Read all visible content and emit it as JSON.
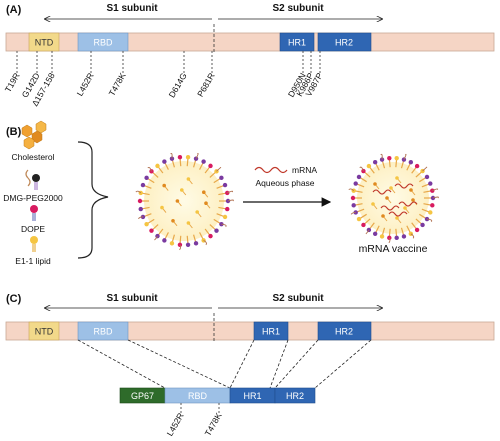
{
  "panels": {
    "a": "(A)",
    "b": "(B)",
    "c": "(C)"
  },
  "subunits": {
    "s1": "S1 subunit",
    "s2": "S2 subunit"
  },
  "domains": {
    "ntd": "NTD",
    "rbd": "RBD",
    "hr1": "HR1",
    "hr2": "HR2",
    "gp67": "GP67"
  },
  "mutations_a": [
    "T19R",
    "G142D",
    "Δ157-158",
    "L452R",
    "T478K",
    "D614G",
    "P681R",
    "D950N",
    "K986P",
    "V987P"
  ],
  "mutations_c": [
    "L452R",
    "T478K"
  ],
  "lnp_components": [
    "Cholesterol",
    "DMG-PEG2000",
    "DOPE",
    "E1-1 lipid"
  ],
  "mrna_label": "mRNA",
  "aqueous_label": "Aqueous phase",
  "vaccine_label": "mRNA vaccine",
  "colors": {
    "bar": "#f5d5c5",
    "ntd": "#f2d98a",
    "rbd": "#9dc0e6",
    "hr": "#2f66b3",
    "gp67": "#2e6b2a",
    "cholesterol": "#f0a030",
    "mrna": "#c0392b"
  }
}
